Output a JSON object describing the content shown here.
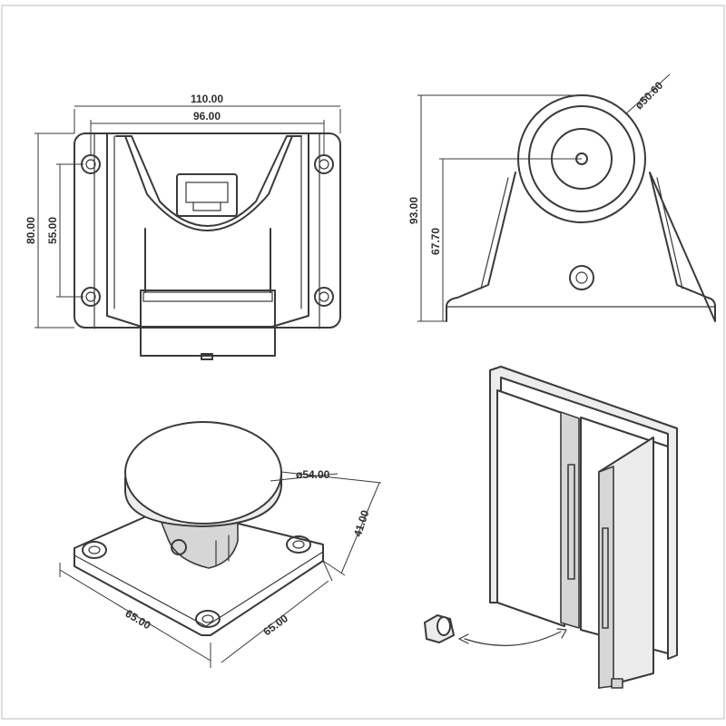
{
  "front_view": {
    "overall_width": "110.00",
    "hole_spacing_width": "96.00",
    "overall_height": "80.00",
    "hole_spacing_height": "55.00"
  },
  "side_view": {
    "disc_diameter": "ø50.60",
    "overall_height": "93.00",
    "center_height": "67.70"
  },
  "iso_view": {
    "disc_diameter": "ø54.00",
    "height": "41.00",
    "base_length": "65.00",
    "base_width": "65.00"
  }
}
